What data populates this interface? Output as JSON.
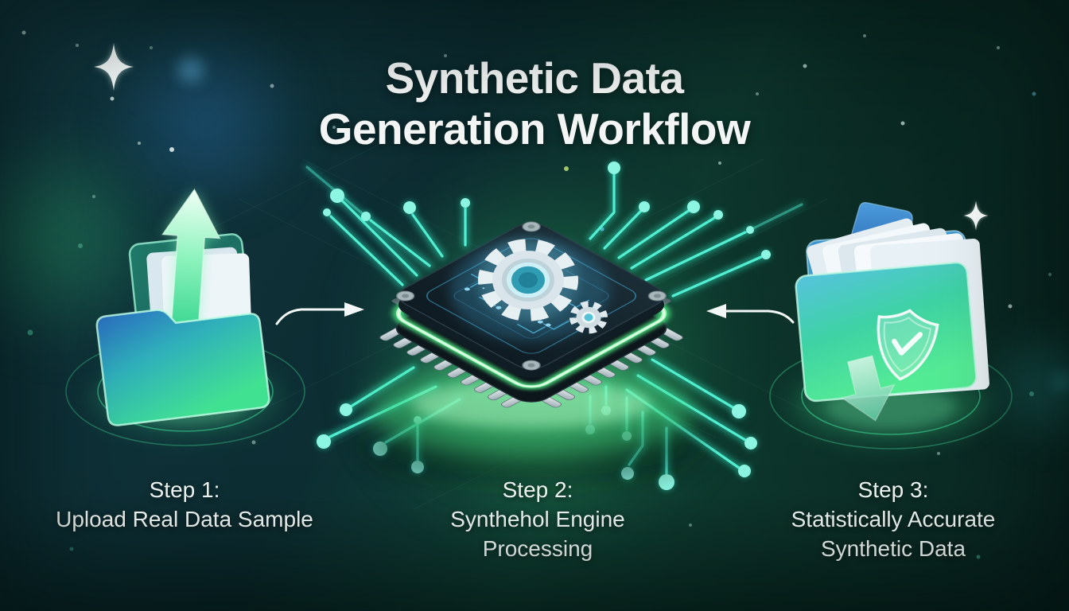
{
  "title": {
    "line1": "Synthetic Data",
    "line2": "Generation Workflow"
  },
  "steps": [
    {
      "label": "Step 1:",
      "caption_lines": [
        "Upload Real Data Sample"
      ],
      "icon": "upload-folder-icon"
    },
    {
      "label": "Step 2:",
      "caption_lines": [
        "Synthehol Engine",
        "Processing"
      ],
      "icon": "processor-chip-icon"
    },
    {
      "label": "Step 3:",
      "caption_lines": [
        "Statistically Accurate",
        "Synthetic Data"
      ],
      "icon": "verified-folder-icon"
    }
  ],
  "icons": [
    "up-arrow-icon",
    "folder-icon",
    "gear-icon",
    "shield-check-icon",
    "down-arrow-icon",
    "sparkle-icon",
    "circuit-trace-dots",
    "flow-arrow"
  ],
  "colors": {
    "background_teal": "#0d3036",
    "glow_green": "#3fe08f",
    "circuit_cyan": "#3fe9c9",
    "chip_dark": "#14232b",
    "folder_blue": "#2b6fc2",
    "text_white": "#f4f7f6"
  }
}
